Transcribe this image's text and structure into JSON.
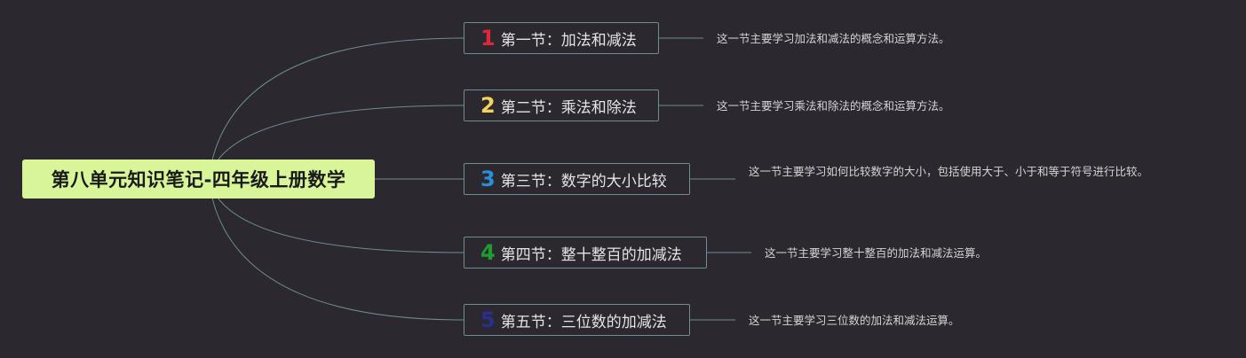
{
  "root": {
    "title": "第八单元知识笔记-四年级上册数学"
  },
  "colors": {
    "background": "#2b2830",
    "root_fill": "#d8f59a",
    "connector": "#6b8d96",
    "number_1": "#e0263a",
    "number_2": "#f3d35c",
    "number_3": "#2a8fd8",
    "number_4": "#1f9e2f",
    "number_5": "#2a2f8f"
  },
  "topics": [
    {
      "number": "1",
      "label": "第一节：加法和减法",
      "note": "这一节主要学习加法和减法的概念和运算方法。"
    },
    {
      "number": "2",
      "label": "第二节：乘法和除法",
      "note": "这一节主要学习乘法和除法的概念和运算方法。"
    },
    {
      "number": "3",
      "label": "第三节：数字的大小比较",
      "note": "这一节主要学习如何比较数字的大小，包括使用大于、小于和等于符号进行比较。"
    },
    {
      "number": "4",
      "label": "第四节：整十整百的加减法",
      "note": "这一节主要学习整十整百的加法和减法运算。"
    },
    {
      "number": "5",
      "label": "第五节：三位数的加减法",
      "note": "这一节主要学习三位数的加法和减法运算。"
    }
  ]
}
